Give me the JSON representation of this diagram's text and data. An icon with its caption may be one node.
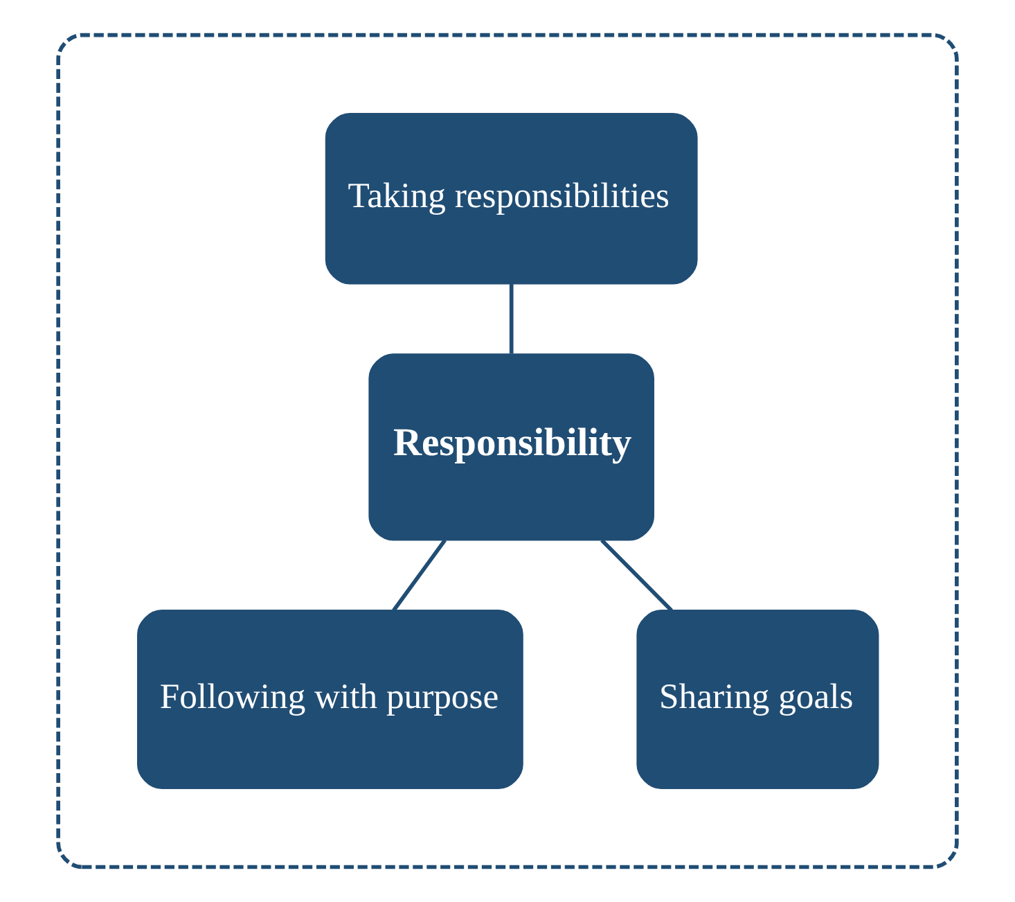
{
  "diagram": {
    "nodes": [
      {
        "text": [],
        "shape": "ellipse"
      },
      {
        "text": [
          "Taking responsibilities"
        ],
        "in": 0
      },
      {
        "text": [
          "Responsibility"
        ],
        "in": 0
      },
      {
        "text": [
          "Following with purpose"
        ],
        "in": 0
      },
      {
        "text": [
          "Sharing goals"
        ],
        "in": 0
      }
    ],
    "edges": [
      {
        "from": 1,
        "to": 2,
        "arrow": "none"
      },
      {
        "from": 2,
        "to": 3,
        "arrow": "none"
      },
      {
        "from": 2,
        "to": 4,
        "arrow": "none"
      }
    ]
  }
}
